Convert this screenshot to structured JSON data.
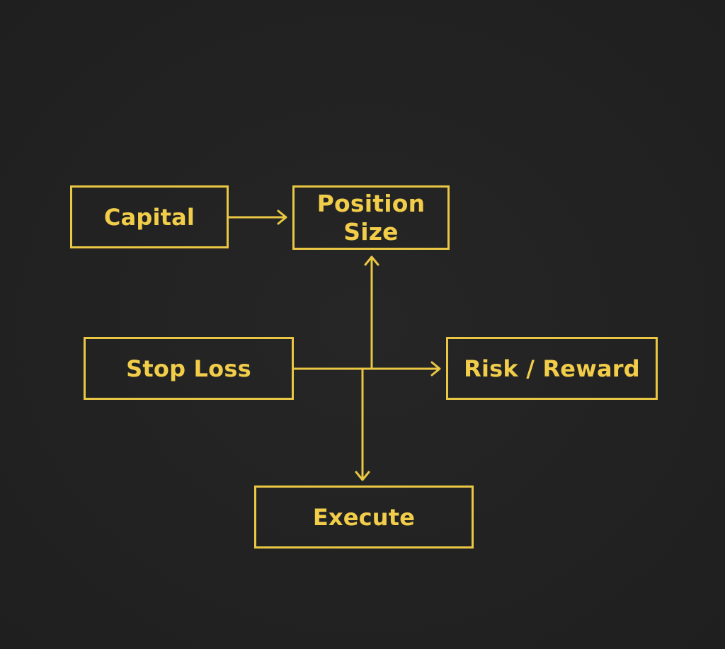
{
  "diagram": {
    "nodes": [
      {
        "id": "capital",
        "label": "Capital"
      },
      {
        "id": "position_size",
        "label": "Position\nSize"
      },
      {
        "id": "stop_loss",
        "label": "Stop Loss"
      },
      {
        "id": "risk_reward",
        "label": "Risk / Reward"
      },
      {
        "id": "execute",
        "label": "Execute"
      }
    ],
    "edges": [
      {
        "from": "capital",
        "to": "position_size"
      },
      {
        "from": "stop_loss",
        "to": "position_size"
      },
      {
        "from": "stop_loss",
        "to": "risk_reward"
      },
      {
        "from": "stop_loss",
        "to": "execute"
      }
    ]
  },
  "colors": {
    "background": "#222222",
    "accent": "#e9c744",
    "text": "#f1cd4a"
  }
}
